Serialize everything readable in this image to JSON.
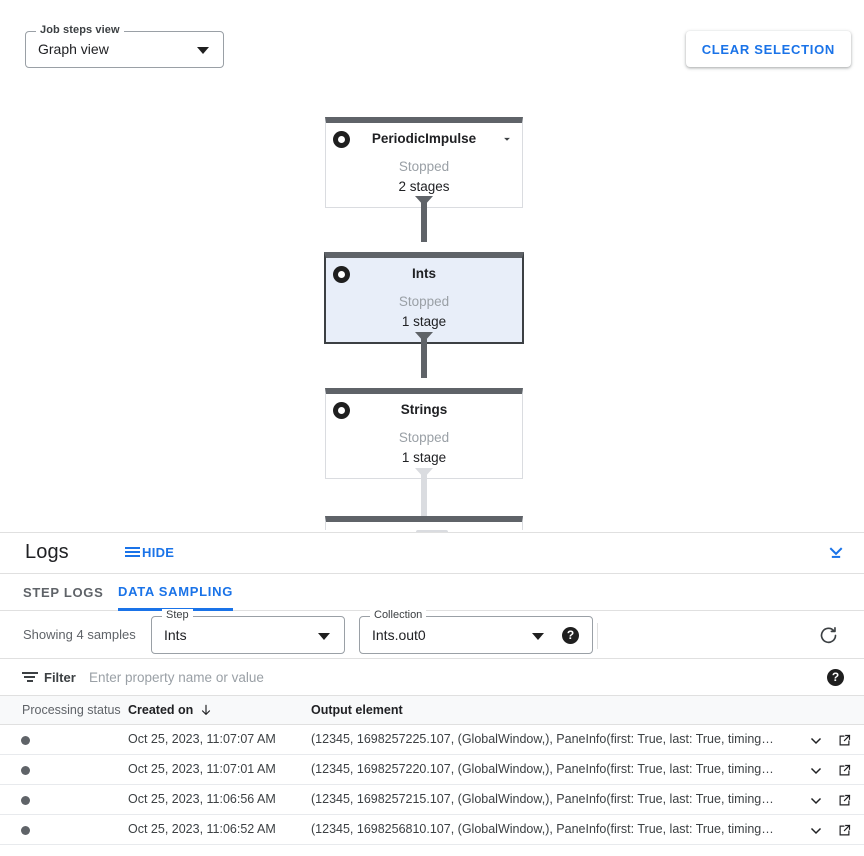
{
  "graph": {
    "view_select": {
      "label": "Job steps view",
      "value": "Graph view",
      "caret_icon": "chevron-down-icon"
    },
    "clear_selection_label": "CLEAR SELECTION",
    "nodes": [
      {
        "name": "PeriodicImpulse",
        "status": "Stopped",
        "stages": "2 stages",
        "selected": false,
        "has_chevron": true
      },
      {
        "name": "Ints",
        "status": "Stopped",
        "stages": "1 stage",
        "selected": true,
        "has_chevron": false
      },
      {
        "name": "Strings",
        "status": "Stopped",
        "stages": "1 stage",
        "selected": false,
        "has_chevron": false
      }
    ],
    "node_bar_color": "#5f6368",
    "selected_fill": "#e8eef9"
  },
  "logs": {
    "title": "Logs",
    "hide_label": "HIDE",
    "collapse_icon": "collapse-down-icon",
    "tabs": [
      {
        "label": "STEP LOGS",
        "active": false
      },
      {
        "label": "DATA SAMPLING",
        "active": true
      }
    ],
    "accent_color": "#1a73e8"
  },
  "controls": {
    "showing_text": "Showing 4 samples",
    "step": {
      "label": "Step",
      "value": "Ints"
    },
    "collection": {
      "label": "Collection",
      "value": "Ints.out0"
    },
    "help_glyph": "?",
    "refresh_icon": "refresh-icon"
  },
  "filter": {
    "label": "Filter",
    "placeholder": "Enter property name or value",
    "value": "",
    "help_glyph": "?"
  },
  "table": {
    "headers": {
      "status": "Processing status",
      "created": "Created on",
      "output": "Output element"
    },
    "sort": {
      "column": "Created on",
      "direction": "desc",
      "icon": "arrow-down-icon"
    },
    "rows": [
      {
        "status_dot": "#5f6368",
        "created": "Oct 25, 2023, 11:07:07 AM",
        "output": "(12345, 1698257225.107, (GlobalWindow,), PaneInfo(first: True, last: True, timing…"
      },
      {
        "status_dot": "#5f6368",
        "created": "Oct 25, 2023, 11:07:01 AM",
        "output": "(12345, 1698257220.107, (GlobalWindow,), PaneInfo(first: True, last: True, timing…"
      },
      {
        "status_dot": "#5f6368",
        "created": "Oct 25, 2023, 11:06:56 AM",
        "output": "(12345, 1698257215.107, (GlobalWindow,), PaneInfo(first: True, last: True, timing…"
      },
      {
        "status_dot": "#5f6368",
        "created": "Oct 25, 2023, 11:06:52 AM",
        "output": "(12345, 1698256810.107, (GlobalWindow,), PaneInfo(first: True, last: True, timing…"
      }
    ]
  }
}
